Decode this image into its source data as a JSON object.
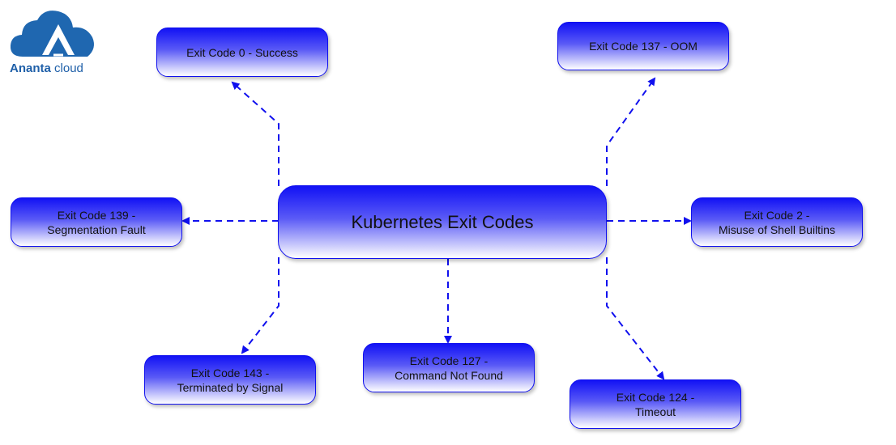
{
  "logo": {
    "brand_bold": "Ananta",
    "brand_light": "cloud",
    "accent": "#1f67b0"
  },
  "center": {
    "label": "Kubernetes Exit Codes"
  },
  "nodes": [
    {
      "id": "exit-0",
      "lines": [
        "Exit Code 0 - Success"
      ]
    },
    {
      "id": "exit-137",
      "lines": [
        "Exit Code 137 - OOM"
      ]
    },
    {
      "id": "exit-139",
      "lines": [
        "Exit Code 139 -",
        "Segmentation Fault"
      ]
    },
    {
      "id": "exit-2",
      "lines": [
        "Exit Code 2 -",
        "Misuse of Shell Builtins"
      ]
    },
    {
      "id": "exit-143",
      "lines": [
        "Exit Code 143 -",
        "Terminated by Signal"
      ]
    },
    {
      "id": "exit-127",
      "lines": [
        "Exit Code 127 -",
        "Command Not Found"
      ]
    },
    {
      "id": "exit-124",
      "lines": [
        "Exit Code 124 -",
        "Timeout"
      ]
    }
  ],
  "colors": {
    "edge": "#1010ee",
    "node_top": "#1212f5",
    "node_bottom": "#ffffff"
  }
}
